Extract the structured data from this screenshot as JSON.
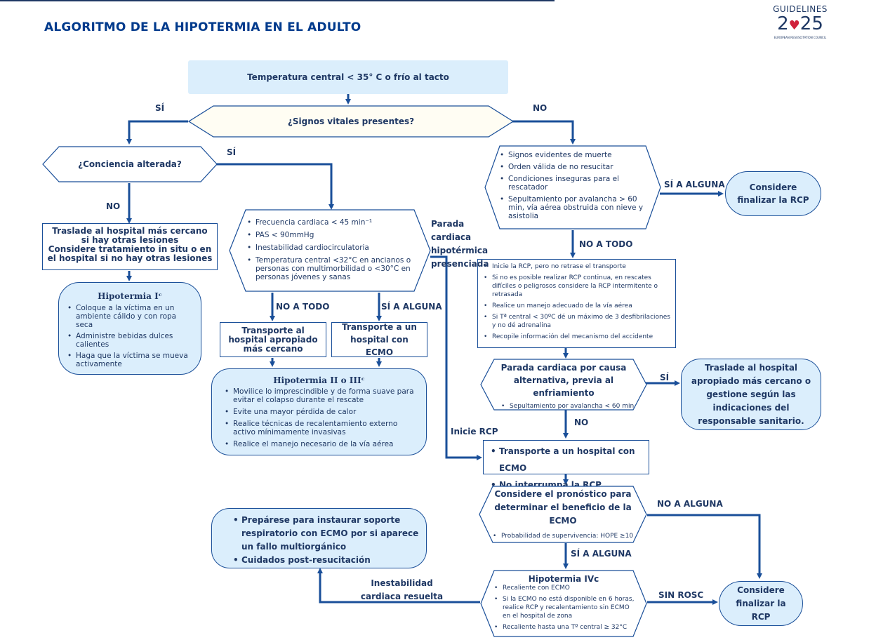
{
  "title": "ALGORITMO DE LA HIPOTERMIA EN EL ADULTO",
  "logo": {
    "line1": "GUIDELINES",
    "line2a": "2",
    "line2b": "25",
    "line3": "EUROPEAN RESUSCITATION COUNCIL"
  },
  "colors": {
    "navy": "#1f3864",
    "blue": "#003a8c",
    "arrow": "#1a4f99",
    "pale": "#dbeefc",
    "heart": "#d0213b"
  },
  "nodes": {
    "core_temp": "Temperatura central < 35° C o frío al tacto",
    "vital_signs": "¿Signos vitales presentes?",
    "consciousness": "¿Conciencia alterada?",
    "death_signs": [
      "Signos evidentes de muerte",
      "Orden válida de no resucitar",
      "Condiciones inseguras para el rescatador",
      "Sepultamiento por avalancha > 60 min, vía aérea obstruida con nieve y asistolia"
    ],
    "finalize_rcp_1": "Considere finalizar la RCP",
    "transport_near": [
      "Traslade al hospital más cercano si hay otras lesiones",
      "Considere tratamiento in situ o en el hospital si no hay otras lesiones"
    ],
    "instability": [
      "Frecuencia cardiaca < 45 min⁻¹",
      "PAS < 90mmHg",
      "Inestabilidad cardiocirculatoria",
      "Temperatura central <32°C en ancianos o personas con multimorbilidad o <30°C en personas jóvenes y sanas"
    ],
    "hypo_1_title": "Hipotermia Iᶜ",
    "hypo_1_items": [
      "Coloque a la víctima en un ambiente cálido y con ropa seca",
      "Administre bebidas dulces calientes",
      "Haga que la víctima se mueva activamente"
    ],
    "transport_appropriate": "Transporte al hospital apropiado más cercano",
    "transport_ecmo": "Transporte a un hospital con ECMO",
    "hypo_23_title": "Hipotermia II o IIIᶜ",
    "hypo_23_items": [
      "Movilice lo imprescindible y de forma suave para evitar el colapso durante el rescate",
      "Evite una mayor pérdida de calor",
      "Realice técnicas de recalentamiento externo activo mínimamente invasivas",
      "Realice el manejo necesario de la vía aérea"
    ],
    "rcp_box": [
      "Inicie la RCP, pero no retrase el transporte",
      "Si no es posible realizar RCP continua, en rescates difíciles o peligrosos considere la RCP intermitente o retrasada",
      "Realice un manejo adecuado de la vía aérea",
      "Si Tª central < 30ºC dé  un máximo de 3 desfibrilaciones y no dé adrenalina",
      "Recopile información del mecanismo del accidente"
    ],
    "alt_cause_title": "Parada cardiaca  por causa alternativa, previa al enfriamiento",
    "alt_cause_item": "Sepultamiento por avalancha < 60 min",
    "transfer_nearest": "Traslade al hospital apropiado más cercano o gestione según las indicaciones del responsable sanitario.",
    "ecmo_transport": [
      "Transporte a un hospital con ECMO",
      "No interrumpa la RCP"
    ],
    "prognosis_title": "Considere el pronóstico para determinar el beneficio de la ECMO",
    "prognosis_item": "Probabilidad de supervivencia: HOPE ≥10",
    "prepare": [
      "Prepárese para instaurar soporte respiratorio con ECMO por si aparece un fallo multiorgánico",
      "Cuidados post-resucitación"
    ],
    "hypo_4_title": "Hipotermia IVc",
    "hypo_4_items": [
      "Recaliente con ECMO",
      "Si la ECMO no está disponible en 6 horas, realice RCP y recalentamiento sin ECMO en el hospital de zona",
      "Recaliente hasta una Tº central ≥ 32°C"
    ],
    "finalize_rcp_2": "Considere finalizar la RCP"
  },
  "labels": {
    "si_left": "SÍ",
    "no_right": "NO",
    "si_conscious": "SÍ",
    "no_conscious": "NO",
    "si_alguna_death": "SÍ A ALGUNA",
    "no_todo_death": "NO A TODO",
    "witnessed_arrest": "Parada cardiaca hipotérmica presenciada",
    "no_todo_inst": "NO A TODO",
    "si_alguna_inst": "SÍ A ALGUNA",
    "si_alt": "SÍ",
    "no_alt": "NO",
    "start_rcp": "Inicie RCP",
    "no_alguna_prog": "NO A ALGUNA",
    "si_alguna_prog": "SÍ A ALGUNA",
    "instability_resolved": "Inestabilidad cardiaca resuelta",
    "sin_rosc": "SIN ROSC"
  }
}
